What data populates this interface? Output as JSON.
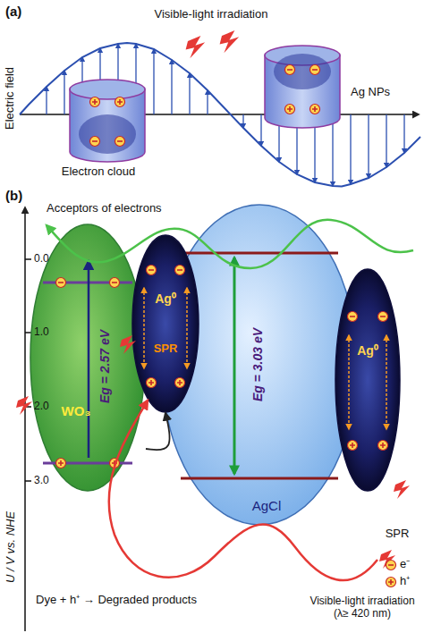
{
  "diagram": {
    "nodes": [
      {
        "text": [
          "Eg = 2.57 eV",
          "WO₃"
        ]
      },
      {
        "text": [
          "Ag⁰",
          "SPR"
        ]
      },
      {
        "text": [
          "Eg = 3.03 eV",
          "AgCl"
        ]
      },
      {
        "text": [
          "Ag⁰",
          "SPR"
        ]
      }
    ],
    "edges": [
      {
        "from": 0,
        "to": 1,
        "arrow": "to"
      }
    ],
    "labels": [
      "(a)",
      "Visible-light irradiation",
      "Electric field",
      "Electron cloud",
      "Ag NPs",
      "(b)",
      "Acceptors of electrons",
      "0.0",
      "1.0",
      "2.0",
      "3.0",
      "U / V vs. NHE",
      "Dye + h⁺ → Degraded products",
      "Visible-light irradiation (λ≥ 420 nm)"
    ],
    "legend": [
      {
        "text": "e⁻"
      },
      {
        "text": "h⁺"
      }
    ]
  }
}
